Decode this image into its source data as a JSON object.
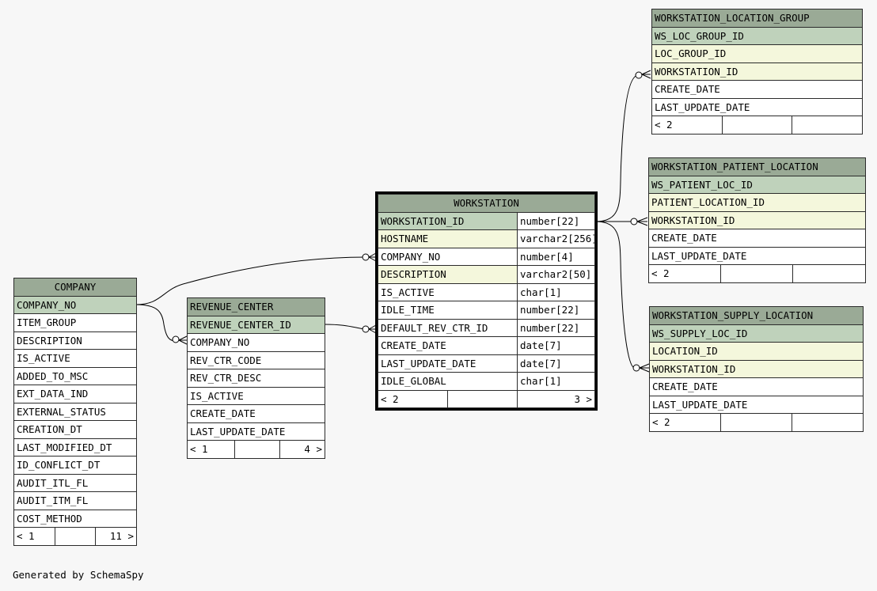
{
  "footer": "Generated by SchemaSpy",
  "tables": {
    "company": {
      "name": "COMPANY",
      "columns": [
        {
          "name": "COMPANY_NO",
          "key": "pk"
        },
        {
          "name": "ITEM_GROUP"
        },
        {
          "name": "DESCRIPTION"
        },
        {
          "name": "IS_ACTIVE"
        },
        {
          "name": "ADDED_TO_MSC"
        },
        {
          "name": "EXT_DATA_IND"
        },
        {
          "name": "EXTERNAL_STATUS"
        },
        {
          "name": "CREATION_DT"
        },
        {
          "name": "LAST_MODIFIED_DT"
        },
        {
          "name": "ID_CONFLICT_DT"
        },
        {
          "name": "AUDIT_ITL_FL"
        },
        {
          "name": "AUDIT_ITM_FL"
        },
        {
          "name": "COST_METHOD"
        }
      ],
      "parents": "< 1",
      "children": "11 >"
    },
    "revenue_center": {
      "name": "REVENUE_CENTER",
      "columns": [
        {
          "name": "REVENUE_CENTER_ID",
          "key": "pk"
        },
        {
          "name": "COMPANY_NO"
        },
        {
          "name": "REV_CTR_CODE"
        },
        {
          "name": "REV_CTR_DESC"
        },
        {
          "name": "IS_ACTIVE"
        },
        {
          "name": "CREATE_DATE"
        },
        {
          "name": "LAST_UPDATE_DATE"
        }
      ],
      "parents": "< 1",
      "children": "4 >"
    },
    "workstation": {
      "name": "WORKSTATION",
      "columns": [
        {
          "name": "WORKSTATION_ID",
          "type": "number[22]",
          "key": "pk"
        },
        {
          "name": "HOSTNAME",
          "type": "varchar2[256]",
          "key": "fk"
        },
        {
          "name": "COMPANY_NO",
          "type": "number[4]"
        },
        {
          "name": "DESCRIPTION",
          "type": "varchar2[50]",
          "key": "fk"
        },
        {
          "name": "IS_ACTIVE",
          "type": "char[1]"
        },
        {
          "name": "IDLE_TIME",
          "type": "number[22]"
        },
        {
          "name": "DEFAULT_REV_CTR_ID",
          "type": "number[22]"
        },
        {
          "name": "CREATE_DATE",
          "type": "date[7]"
        },
        {
          "name": "LAST_UPDATE_DATE",
          "type": "date[7]"
        },
        {
          "name": "IDLE_GLOBAL",
          "type": "char[1]"
        }
      ],
      "parents": "< 2",
      "children": "3 >"
    },
    "ws_location_group": {
      "name": "WORKSTATION_LOCATION_GROUP",
      "columns": [
        {
          "name": "WS_LOC_GROUP_ID",
          "key": "pk"
        },
        {
          "name": "LOC_GROUP_ID",
          "key": "fk"
        },
        {
          "name": "WORKSTATION_ID",
          "key": "fk"
        },
        {
          "name": "CREATE_DATE"
        },
        {
          "name": "LAST_UPDATE_DATE"
        }
      ],
      "parents": "< 2",
      "children": ""
    },
    "ws_patient_location": {
      "name": "WORKSTATION_PATIENT_LOCATION",
      "columns": [
        {
          "name": "WS_PATIENT_LOC_ID",
          "key": "pk"
        },
        {
          "name": "PATIENT_LOCATION_ID",
          "key": "fk"
        },
        {
          "name": "WORKSTATION_ID",
          "key": "fk"
        },
        {
          "name": "CREATE_DATE"
        },
        {
          "name": "LAST_UPDATE_DATE"
        }
      ],
      "parents": "< 2",
      "children": ""
    },
    "ws_supply_location": {
      "name": "WORKSTATION_SUPPLY_LOCATION",
      "columns": [
        {
          "name": "WS_SUPPLY_LOC_ID",
          "key": "pk"
        },
        {
          "name": "LOCATION_ID",
          "key": "fk"
        },
        {
          "name": "WORKSTATION_ID",
          "key": "fk"
        },
        {
          "name": "CREATE_DATE"
        },
        {
          "name": "LAST_UPDATE_DATE"
        }
      ],
      "parents": "< 2",
      "children": ""
    }
  }
}
